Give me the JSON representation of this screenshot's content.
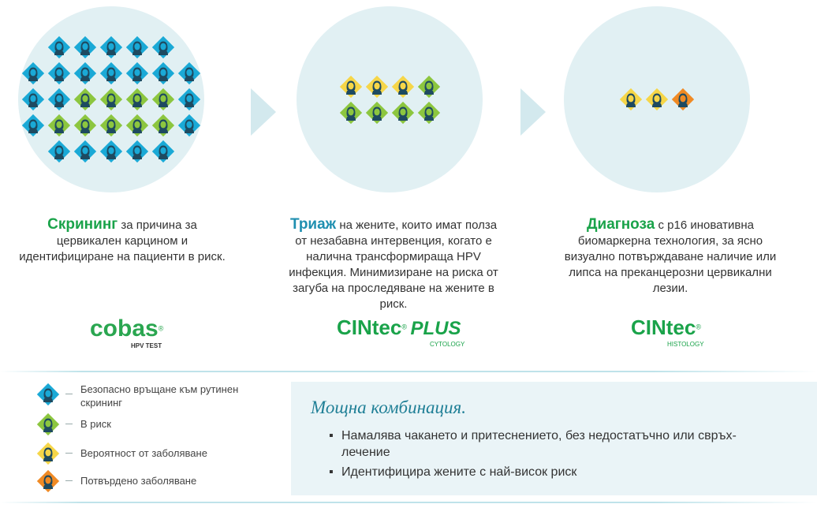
{
  "stages": [
    {
      "keyword": "Скрининг",
      "text": " за причина за цервикален карцином и идентифициране на пациенти в риск.",
      "keyword_color": "#1aa34a",
      "logo_main": "cobas",
      "logo_reg": "®",
      "logo_sub": "HPV TEST",
      "icon_rows": [
        [
          "blue",
          "blue",
          "blue",
          "blue",
          "blue"
        ],
        [
          "blue",
          "blue",
          "blue",
          "blue",
          "blue",
          "blue",
          "blue"
        ],
        [
          "blue",
          "blue",
          "green",
          "green",
          "green",
          "green",
          "blue"
        ],
        [
          "blue",
          "green",
          "green",
          "green",
          "green",
          "green",
          "blue"
        ],
        [
          "blue",
          "blue",
          "blue",
          "blue",
          "blue"
        ]
      ]
    },
    {
      "keyword": "Триаж",
      "text": " на жените, които имат полза от незабавна интервенция, когато е налична трансформираща HPV инфекция. Минимизиране на риска от загуба на проследяване на жените в риск.",
      "keyword_color": "#1f8fb0",
      "logo_main": "CINtec",
      "logo_reg": "®",
      "logo_plus": "PLUS",
      "logo_sub": "CYTOLOGY",
      "icon_rows": [
        [
          "yellow",
          "yellow",
          "yellow",
          "green"
        ],
        [
          "green",
          "green",
          "green",
          "green"
        ]
      ]
    },
    {
      "keyword": "Диагноза",
      "text": " с p16 иновативна биомаркерна технология, за ясно визуално потвърждаване наличие или липса на преканцерозни цервикални лезии.",
      "keyword_color": "#1aa34a",
      "logo_main": "CINtec",
      "logo_reg": "®",
      "logo_sub": "HISTOLOGY",
      "icon_rows": [
        [
          "yellow",
          "yellow",
          "orange"
        ]
      ]
    }
  ],
  "legend": [
    {
      "color": "blue",
      "label": "Безопасно връщане към рутинен скрининг"
    },
    {
      "color": "green",
      "label": "В риск"
    },
    {
      "color": "yellow",
      "label": "Вероятност от заболяване"
    },
    {
      "color": "orange",
      "label": "Потвърдено заболяване"
    }
  ],
  "combo": {
    "title": "Мощна комбинация.",
    "bullet_char": "▪",
    "items": [
      "Намалява чакането и притеснението, без недостатъчно или свръх-лечение",
      "Идентифицира жените с най-висок риск"
    ]
  },
  "colors": {
    "blue": "#1aa9d6",
    "green": "#8cc63f",
    "yellow": "#f6d648",
    "orange": "#f08a24",
    "person": "#1e4a60",
    "circle": "#e1f0f3"
  }
}
